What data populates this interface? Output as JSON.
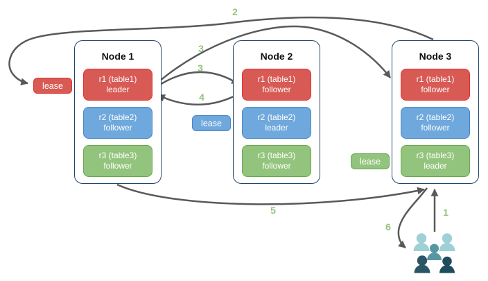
{
  "nodes": [
    {
      "title": "Node 1",
      "replicas": [
        {
          "name": "r1 (table1)",
          "role": "leader",
          "color": "red"
        },
        {
          "name": "r2 (table2)",
          "role": "follower",
          "color": "blue"
        },
        {
          "name": "r3 (table3)",
          "role": "follower",
          "color": "green"
        }
      ]
    },
    {
      "title": "Node 2",
      "replicas": [
        {
          "name": "r1 (table1)",
          "role": "follower",
          "color": "red"
        },
        {
          "name": "r2 (table2)",
          "role": "leader",
          "color": "blue"
        },
        {
          "name": "r3 (table3)",
          "role": "follower",
          "color": "green"
        }
      ]
    },
    {
      "title": "Node 3",
      "replicas": [
        {
          "name": "r1 (table1)",
          "role": "follower",
          "color": "red"
        },
        {
          "name": "r2 (table2)",
          "role": "follower",
          "color": "blue"
        },
        {
          "name": "r3 (table3)",
          "role": "leader",
          "color": "green"
        }
      ]
    }
  ],
  "leases": [
    {
      "label": "lease",
      "color": "red"
    },
    {
      "label": "lease",
      "color": "blue"
    },
    {
      "label": "lease",
      "color": "green"
    }
  ],
  "steps": [
    "1",
    "2",
    "3",
    "3",
    "4",
    "5",
    "6"
  ],
  "icons": {
    "users": "users-group-icon"
  },
  "colors": {
    "replica_red_fill": "#d75a55",
    "replica_red_stroke": "#e5322e",
    "replica_blue_fill": "#6fa8dc",
    "replica_blue_stroke": "#4a86c8",
    "replica_green_fill": "#93c47d",
    "replica_green_stroke": "#6aa84f",
    "node_border": "#23456b",
    "arrow": "#595959",
    "step_label": "#93c47d",
    "users_light": "#9ed0d6",
    "users_mid": "#5897a2",
    "users_dark": "#2b5666",
    "users_darker": "#1f4d5f"
  }
}
